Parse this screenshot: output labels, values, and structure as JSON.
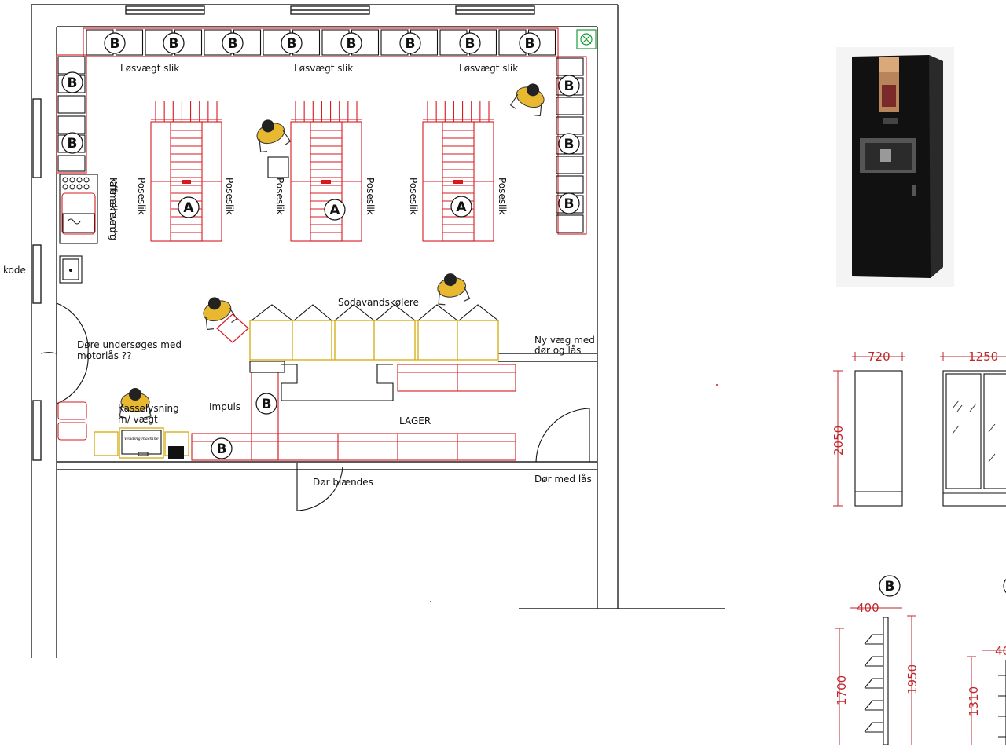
{
  "labels": {
    "losvaegt": "Løsvægt slik",
    "poseslik": "Poseslik",
    "kaffe": "Kaffemaskine vending",
    "kode": "kode",
    "sodavand": "Sodavandskølere",
    "ny_vaeg_1": "Ny væg med",
    "ny_vaeg_2": "dør og lås",
    "dore_1": "Døre undersøges med",
    "dore_2": "motorlås ??",
    "kassel_1": "Kasselysning",
    "kassel_2": "m/ vægt",
    "impuls": "Impuls",
    "lager": "LAGER",
    "dor_blaendes": "Dør blændes",
    "dor_laas": "Dør med lås",
    "vending": "Vending machine",
    "marker_a": "A",
    "marker_b": "B"
  },
  "dimensions": {
    "w720": "720",
    "w1250": "1250",
    "h2050": "2050",
    "w400": "400",
    "h1700": "1700",
    "h1950": "1950",
    "h1310": "1310",
    "w400b": "40"
  },
  "colors": {
    "wall": "#222222",
    "shelf": "#d71920",
    "cooler": "#d6b11a",
    "person": "#e8b830",
    "dimension": "#c0272d"
  },
  "icons": [
    "person-icon",
    "emergency-exit-icon",
    "sink-icon",
    "coffee-machine-photo"
  ]
}
